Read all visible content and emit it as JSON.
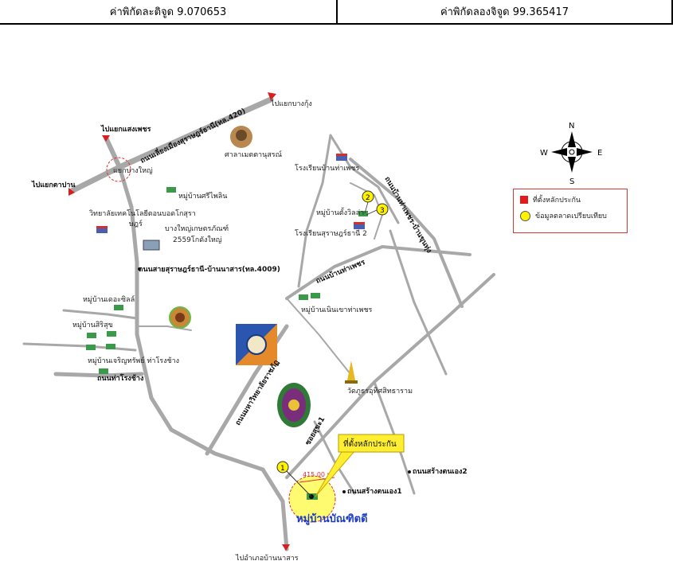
{
  "header": {
    "latitude_label": "ค่าพิกัดละติจูด 9.070653",
    "longitude_label": "ค่าพิกัดลองจิจูด 99.365417"
  },
  "compass": {
    "n": "N",
    "s": "S",
    "e": "E",
    "w": "W"
  },
  "legend": {
    "collateral": "ที่ตั้งหลักประกัน",
    "market": "ข้อมูลตลาดเปรียบเทียบ",
    "collateral_color": "#e21b1b",
    "market_color": "#fff200"
  },
  "callout": {
    "text": "ที่ตั้งหลักประกัน"
  },
  "distance": "415.00 ม.",
  "markers": {
    "m1": "1",
    "m2": "2",
    "m3": "3"
  },
  "labels": {
    "to_bang_kung": "ไปแยกบางกุ้ง",
    "to_saeng_phet": "ไปแยกแสงเพชร",
    "bypass_road": "ถนนเลี่ยงเมืองสุราษฎร์ธานี(ทล.420)",
    "sala": "ศาลาเมตตานุสรณ์",
    "bang_yai_junction": "แยกบางใหญ่",
    "to_tha_pan": "ไปแยกตาปาน",
    "moo_sri_phlin": "หมู่บ้านศรีไพลิน",
    "tech_college": "วิทยาลัยเทคโนโลยีตอนบอดโกสุรา",
    "tech_college2": "ษฎร์",
    "bang_yai_coop": "บางใหญ่เกษตรภัณฑ์",
    "bang_yai_coop2": "2559โกดังใหญ่",
    "school_ban_tha_phet": "โรงเรียนบ้านท่าเพชร",
    "moo_taengwilla": "หมู่บ้านตั้งวิลล่า",
    "school_surat_2": "โรงเรียนสุราษฎร์ธานี 2",
    "tha_phet_road": "ถนนบ้านท่าเพชร",
    "tha_phet_khun_road": "ถนนบ้านท่าเพชร-บ้านขุนทุ่ง",
    "road_4009": "ถนนสายสุราษฎร์ธานี-บ้านนาสาร(ทล.4009)",
    "moo_ruenthai": "หมู่บ้านเดอะซิลล์",
    "moo_siriphon": "หมู่บ้านสิริสุข",
    "moo_charoensap": "หมู่บ้านเจริญทรัพย์ ท่าโรงช้าง",
    "tha_rong_chang_road": "ถนนท่าโรงช้าง",
    "moo_noen_khao": "หมู่บ้านเนินเขาท่าเพชร",
    "university_road": "ถนนมหาวิทยาลัยราชภัฏ",
    "wat": "วัดภูธรอุทิศสิทธาราม",
    "soi_1": "ซอยสุขะ1",
    "road_sang_ton_eng_2": "ถนนสร้างตนเอง2",
    "road_sang_ton_eng_1": "ถนนสร้างตนเอง1",
    "moo_bundit": "หมู่บ้านบัณฑิตดี",
    "to_ban_na_san": "ไปอำเภอบ้านนาสาร"
  }
}
